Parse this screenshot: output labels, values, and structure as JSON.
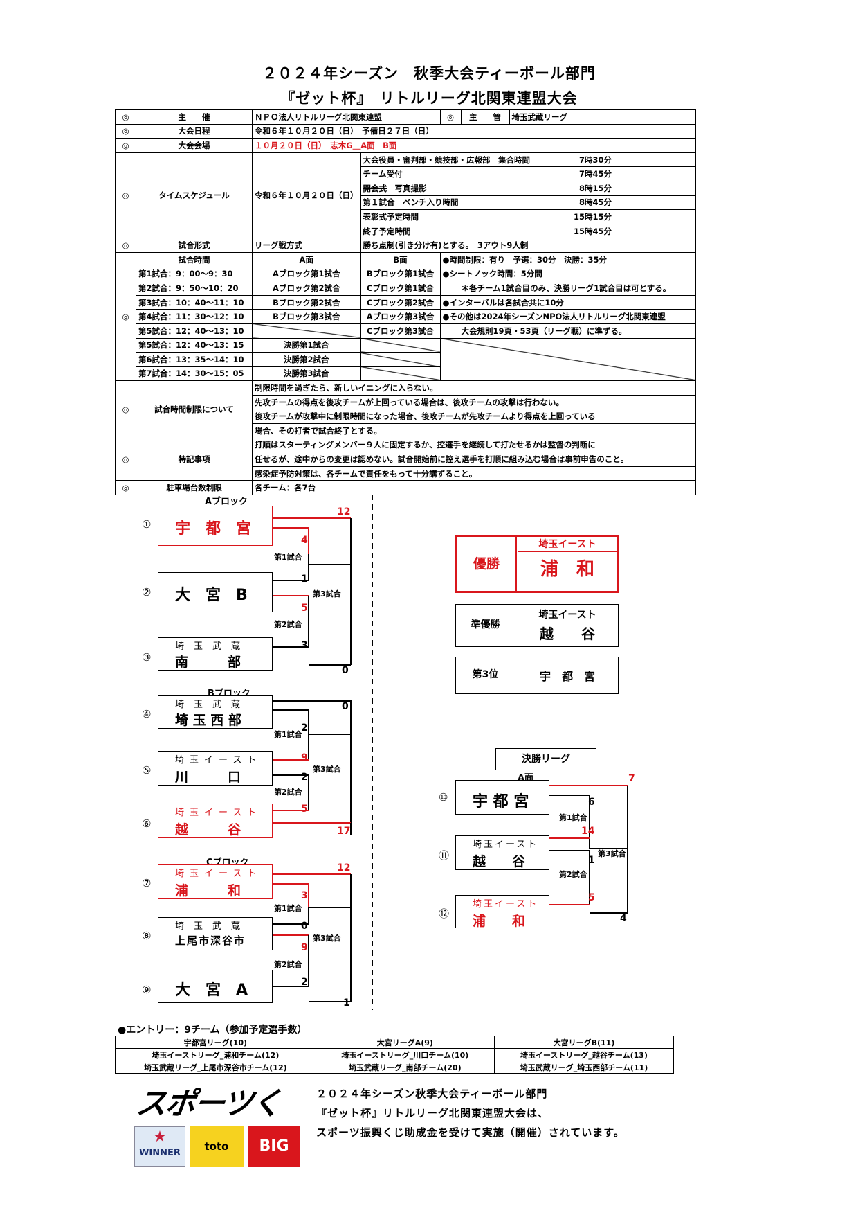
{
  "header": {
    "line1": "２０２４年シーズン　秋季大会ティーボール部門",
    "line2": "『ゼット杯』　リトルリーグ北関東連盟大会"
  },
  "info": {
    "mark": "◎",
    "organizer_label": "主　　催",
    "organizer": "ＮＰＯ法人リトルリーグ北関東連盟",
    "manager_label": "主　　管",
    "manager": "埼玉武蔵リーグ",
    "date_label": "大会日程",
    "date": "令和６年１０月２０日（日）　予備日２７日（日）",
    "venue_label": "大会会場",
    "venue": "１０月２０日（日）　志木G＿A面　B面",
    "schedule_label": "タイムスケジュール",
    "schedule_date": "令和６年１０月２０日（日）",
    "schedule": [
      {
        "item": "大会役員・審判部・競技部・広報部　集合時間",
        "time": "7時30分"
      },
      {
        "item": "チーム受付",
        "time": "7時45分"
      },
      {
        "item_strike": "開会式",
        "item": "　写真撮影",
        "time": "8時15分"
      },
      {
        "item": "第１試合　ベンチ入り時間",
        "time": "8時45分"
      },
      {
        "item": "表彰式予定時間",
        "time": "15時15分"
      },
      {
        "item": "終了予定時間",
        "time": "15時45分"
      }
    ],
    "format_label": "試合形式",
    "format": "リーグ戦方式",
    "format_rule": "勝ち点制(引き分け有)とする。　3アウト9人制",
    "time_label": "試合時間",
    "court_a": "A面",
    "court_b": "B面",
    "games": [
      {
        "t": "第1試合：9：00～9：30",
        "a": "Aブロック第1試合",
        "b": "Bブロック第1試合"
      },
      {
        "t": "第2試合：9：50～10：20",
        "a": "Aブロック第2試合",
        "b": "Cブロック第1試合"
      },
      {
        "t": "第3試合：10：40～11：10",
        "a": "Bブロック第2試合",
        "b": "Cブロック第2試合"
      },
      {
        "t": "第4試合：11：30～12：10",
        "a": "Bブロック第3試合",
        "b": "Aブロック第3試合"
      },
      {
        "t": "第5試合：12：40～13：10",
        "a": "",
        "b": "Cブロック第3試合"
      },
      {
        "t": "第5試合：12：40～13：15",
        "a": "決勝第1試合",
        "b": ""
      },
      {
        "t": "第6試合：13：35～14：10",
        "a": "決勝第2試合",
        "b": ""
      },
      {
        "t": "第7試合：14：30～15：05",
        "a": "決勝第3試合",
        "b": ""
      }
    ],
    "notes": [
      "●時間制限：有り　予選：30分　決勝：35分",
      "●シートノック時間：5分間",
      "＊各チーム1試合目のみ、決勝リーグ1試合目は可とする。",
      "●インターバルは各試合共に10分",
      "●その他は2024年シーズンNPO法人リトルリーグ北関東連盟",
      "大会規則19頁・53頁（リーグ戦）に準ずる。"
    ],
    "limit_label": "試合時間制限について",
    "limit": [
      "制限時間を過ぎたら、新しいイニングに入らない。",
      "先攻チームの得点を後攻チームが上回っている場合は、後攻チームの攻撃は行わない。",
      "後攻チームが攻撃中に制限時間になった場合、後攻チームが先攻チームより得点を上回っている",
      "場合、その打者で試合終了とする。"
    ],
    "special_label": "特記事項",
    "special": [
      "打順はスターティングメンバー９人に固定するか、控選手を継続して打たせるかは監督の判断に",
      "任せるが、途中からの変更は認めない。試合開始前に控え選手を打順に組み込む場合は事前申告のこと。",
      "感染症予防対策は、各チームで責任をもって十分講ずること。"
    ],
    "parking_label": "駐車場台数制限",
    "parking": "各チーム：各7台"
  },
  "blocks": {
    "a": "Aブロック",
    "b": "Bブロック",
    "c": "Cブロック"
  },
  "teams": [
    {
      "num": "①",
      "small": "",
      "name": "宇　都　宮",
      "red": true
    },
    {
      "num": "②",
      "small": "",
      "name": "大　宮　B",
      "red": false
    },
    {
      "num": "③",
      "small": "埼玉武蔵",
      "name": "南　　　部",
      "red": false
    },
    {
      "num": "④",
      "small": "埼玉武蔵",
      "name": "埼 玉 西 部",
      "red": false
    },
    {
      "num": "⑤",
      "small": "埼玉イースト",
      "name": "川　　　口",
      "red": false
    },
    {
      "num": "⑥",
      "small": "埼玉イースト",
      "name": "越　　　谷",
      "red": true
    },
    {
      "num": "⑦",
      "small": "埼玉イースト",
      "name": "浦　　　和",
      "red": true
    },
    {
      "num": "⑧",
      "small": "埼玉武蔵",
      "name": "上尾市深谷市",
      "red": false
    },
    {
      "num": "⑨",
      "small": "",
      "name": "大　宮　A",
      "red": false
    }
  ],
  "scores": {
    "a": [
      "12",
      "4",
      "1",
      "5",
      "3",
      "0"
    ],
    "b": [
      "0",
      "2",
      "9",
      "2",
      "5",
      "17"
    ],
    "c": [
      "12",
      "3",
      "0",
      "9",
      "2",
      "1"
    ],
    "f": [
      "7",
      "6",
      "14",
      "1",
      "5",
      "4"
    ]
  },
  "game_labels": {
    "g1": "第1試合",
    "g2": "第2試合",
    "g3": "第3試合"
  },
  "results": {
    "champion_label": "優勝",
    "champion_small": "埼玉イースト",
    "champion": "浦　和",
    "runner_label": "準優勝",
    "runner_small": "埼玉イースト",
    "runner": "越　　谷",
    "third_label": "第3位",
    "third": "宇　都　宮"
  },
  "final": {
    "title": "決勝リーグ",
    "court": "A面",
    "teams": [
      {
        "num": "⑩",
        "small": "",
        "name": "宇 都 宮",
        "red": false
      },
      {
        "num": "⑪",
        "small": "埼玉イースト",
        "name": "越　　谷",
        "red": false
      },
      {
        "num": "⑫",
        "small": "埼玉イースト",
        "name": "浦　　和",
        "red": true
      }
    ]
  },
  "entry": {
    "title": "●エントリー：9チーム（参加予定選手数）",
    "rows": [
      [
        "宇都宮リーグ(10)",
        "大宮リーグA(9)",
        "大宮リーグB(11)"
      ],
      [
        "埼玉イーストリーグ_浦和チーム(12)",
        "埼玉イーストリーグ_川口チーム(10)",
        "埼玉イーストリーグ_越谷チーム(13)"
      ],
      [
        "埼玉武蔵リーグ_上尾市深谷市チーム(12)",
        "埼玉武蔵リーグ_南部チーム(20)",
        "埼玉武蔵リーグ_埼玉西部チーム(11)"
      ]
    ]
  },
  "footer": [
    "２０２４年シーズン秋季大会ティーボール部門",
    "『ゼット杯』リトルリーグ北関東連盟大会は、",
    "スポーツ振興くじ助成金を受けて実施（開催）されています。"
  ],
  "logo": {
    "text": "スポーツくじ",
    "winner": "WINNER",
    "toto": "toto",
    "big": "BIG"
  },
  "colors": {
    "red": "#d9161c"
  }
}
